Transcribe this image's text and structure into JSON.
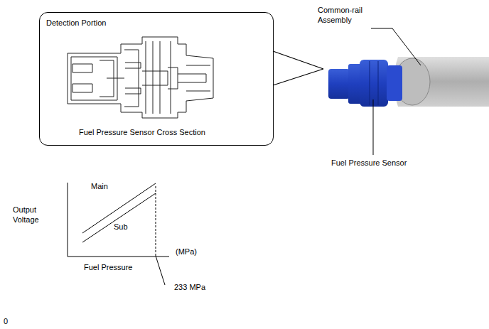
{
  "diagram": {
    "nodes": [
      {
        "text": [
          "Detection Portion",
          "Fuel Pressure Sensor Cross Section"
        ]
      }
    ],
    "labels": [
      "Common-rail Assembly",
      "Fuel Pressure Sensor",
      "Main",
      "Sub",
      "Output Voltage",
      "(MPa)",
      "Fuel Pressure",
      "233 MPa",
      "0"
    ]
  }
}
